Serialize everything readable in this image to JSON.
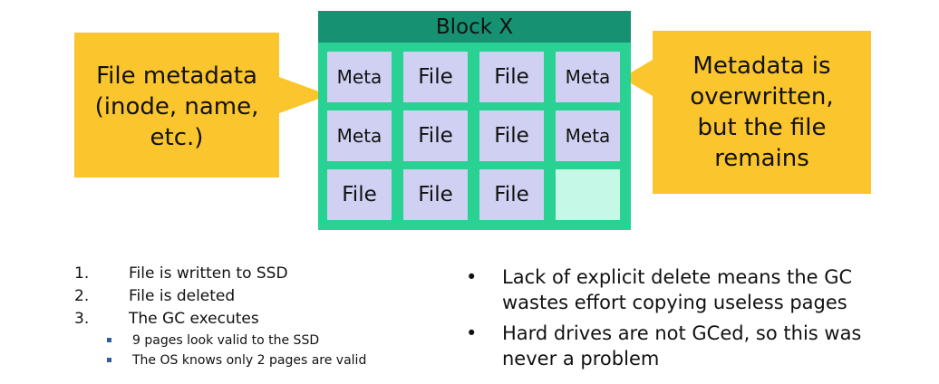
{
  "block": {
    "title": "Block X",
    "pages": [
      [
        "Meta",
        "File",
        "File",
        "Meta"
      ],
      [
        "Meta",
        "File",
        "File",
        "Meta"
      ],
      [
        "File",
        "File",
        "File",
        ""
      ]
    ]
  },
  "callouts": {
    "left": "File metadata (inode, name, etc.)",
    "right": "Metadata is overwritten, but the file remains"
  },
  "steps": [
    {
      "number": "1.",
      "text": "File is written to SSD"
    },
    {
      "number": "2.",
      "text": "File is deleted"
    },
    {
      "number": "3.",
      "text": "The GC executes"
    }
  ],
  "substeps": [
    "9 pages look valid to the SSD",
    "The OS knows only 2 pages are valid"
  ],
  "notes": [
    "Lack of explicit delete means the GC wastes effort copying useless pages",
    "Hard drives are not GCed, so this was never a problem"
  ],
  "colors": {
    "block_border": "#29d193",
    "block_header": "#169273",
    "page_fill": "#cfd0f2",
    "empty_page_fill": "#c6f8e8",
    "callout_fill": "#fbc52e"
  }
}
